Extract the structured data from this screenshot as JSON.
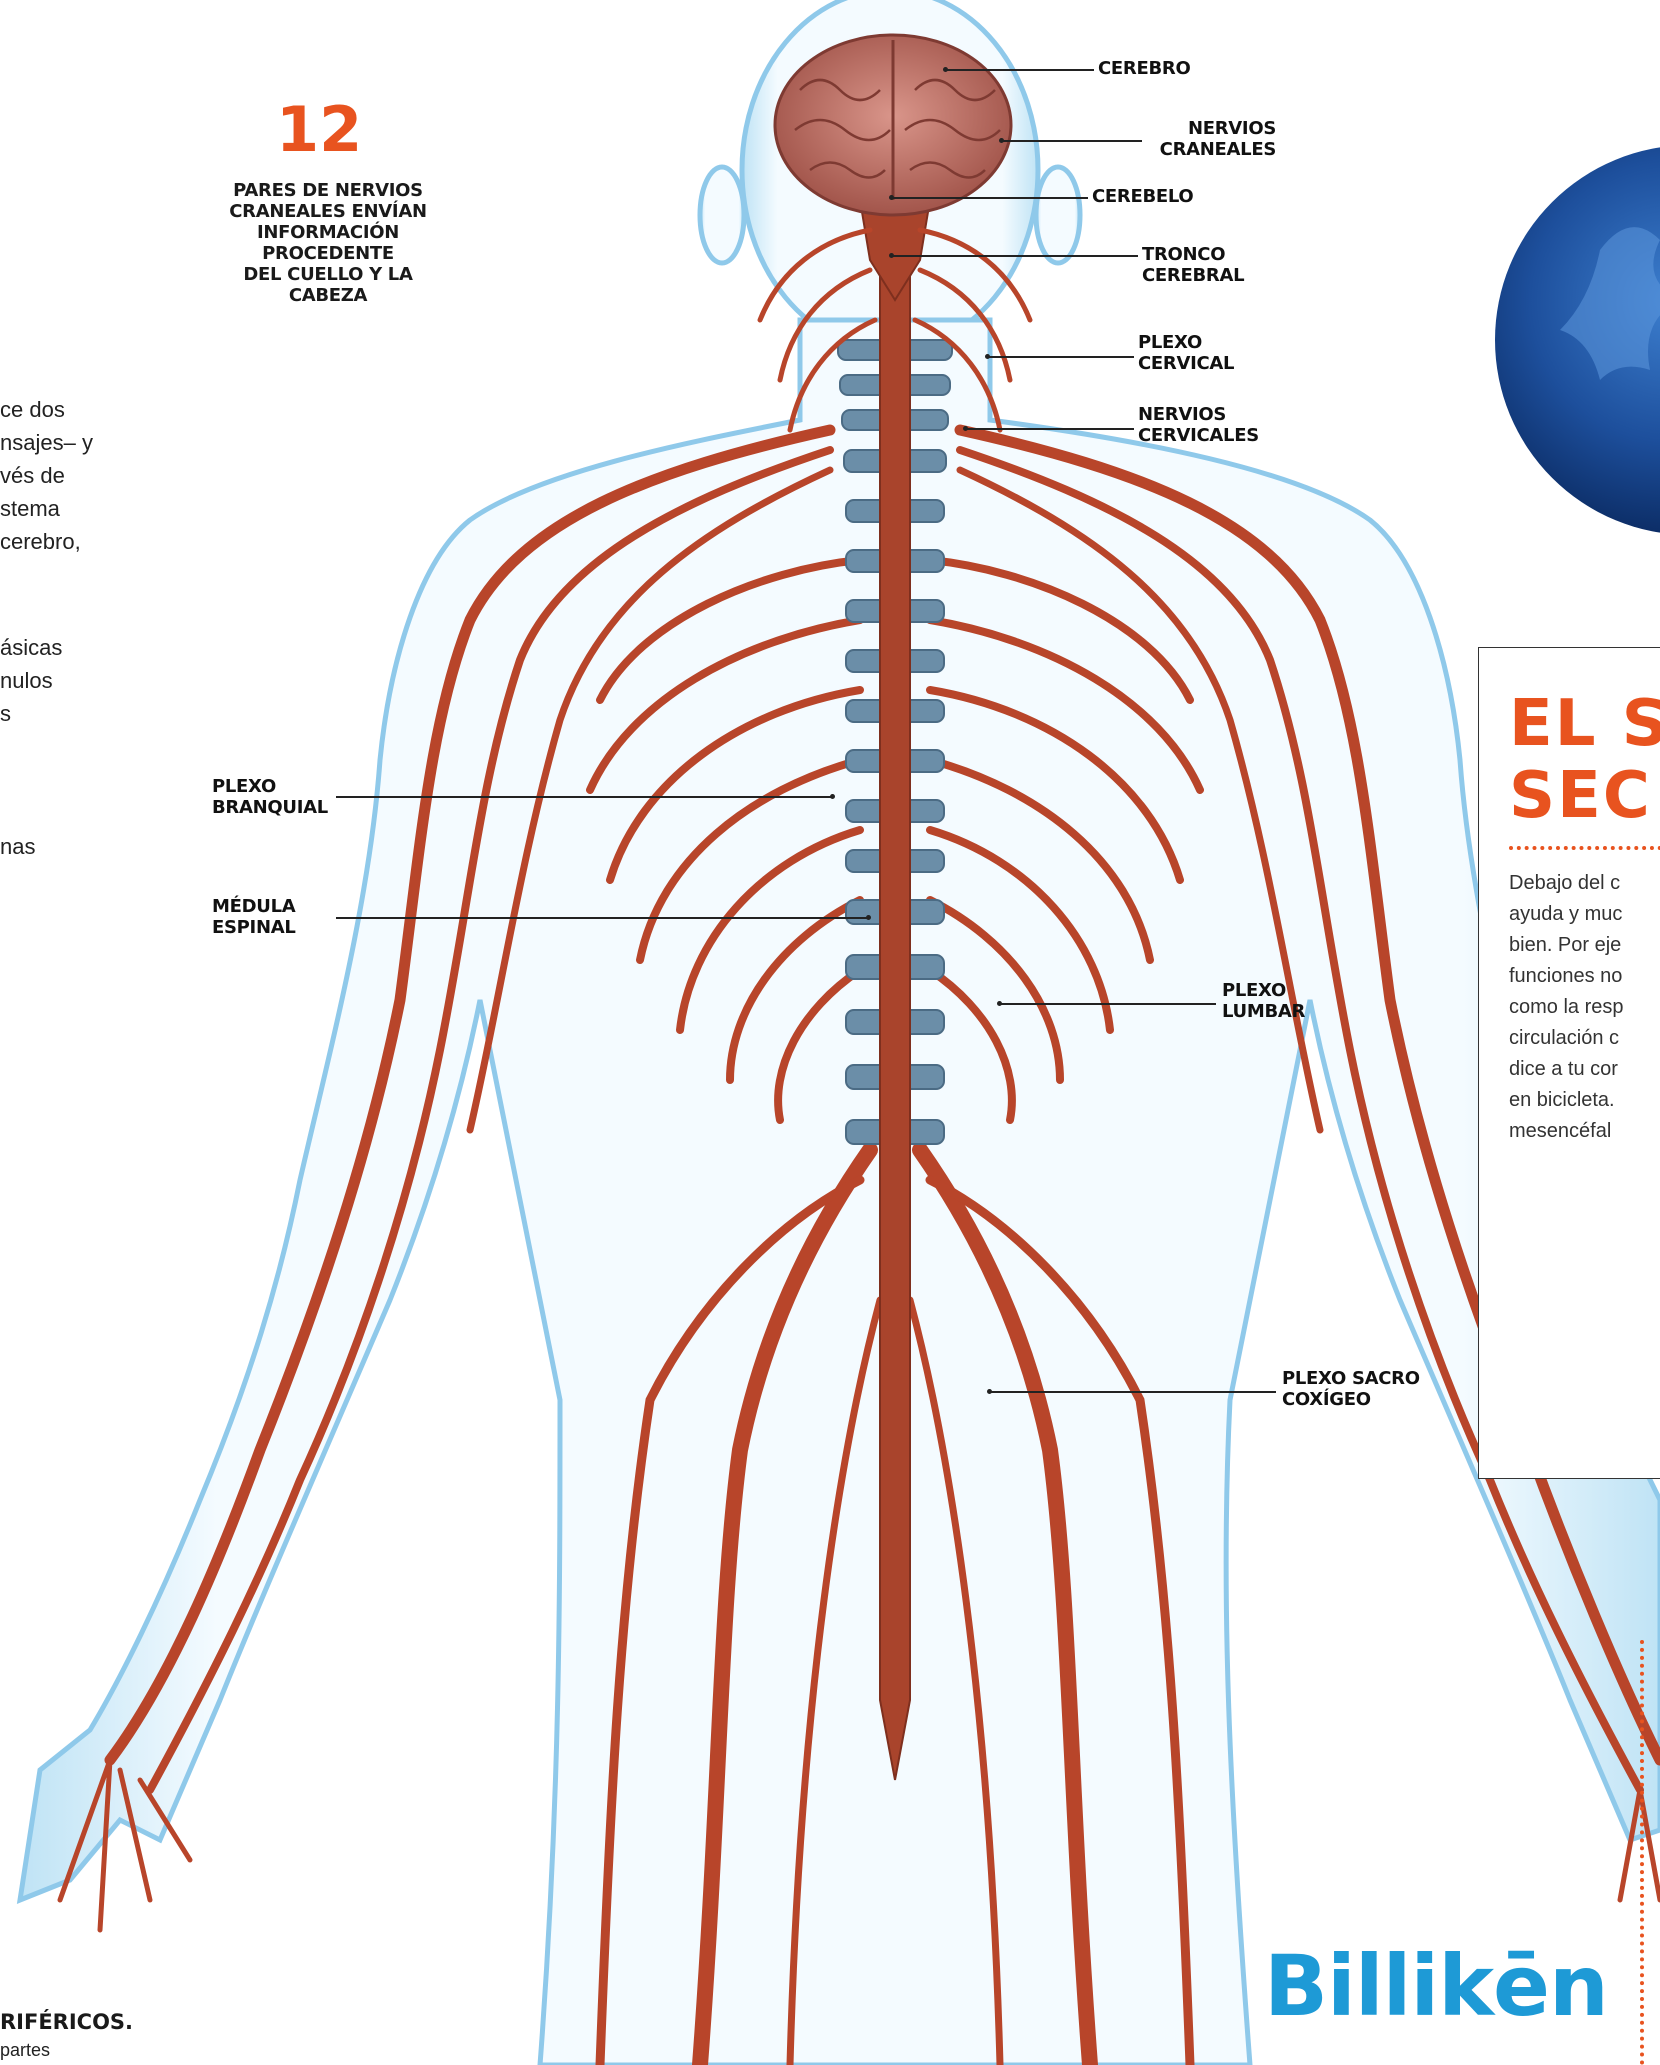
{
  "highlight": {
    "number": "12",
    "caption": "PARES DE NERVIOS\nCRANEALES ENVÍAN\nINFORMACIÓN\nPROCEDENTE\nDEL CUELLO Y LA\nCABEZA"
  },
  "left_text_lines": [
    "ce dos",
    "nsajes– y",
    "vés de",
    "stema",
    "cerebro,",
    "",
    "ásicas",
    "nulos",
    "s",
    "",
    "",
    "nas"
  ],
  "labels": {
    "cerebro": "CEREBRO",
    "nervios_craneales": "NERVIOS\nCRANEALES",
    "cerebelo": "CEREBELO",
    "tronco_cerebral": "TRONCO\nCEREBRAL",
    "plexo_cervical": "PLEXO\nCERVICAL",
    "nervios_cervicales": "NERVIOS\nCERVICALES",
    "plexo_branquial": "PLEXO\nBRANQUIAL",
    "medula_espinal": "MÉDULA\nESPINAL",
    "plexo_lumbar": "PLEXO\nLUMBAR",
    "plexo_sacro": "PLEXO SACRO\nCOXÍGEO"
  },
  "sidebar": {
    "title": "EL S\nSEC",
    "text": "Debajo del c\nayuda y muc\nbien. Por eje\nfunciones no\ncomo la resp\ncirculación c\ndice a tu cor\nen bicicleta.\nmesencéfal"
  },
  "footer": {
    "bold": "RIFÉRICOS.",
    "sub": "partes"
  },
  "logo": {
    "text": "Billikēn"
  },
  "colors": {
    "accent": "#e8531f",
    "nerve": "#b8452a",
    "body_glow": "#bfe3f5",
    "logo": "#1e9ad6"
  }
}
